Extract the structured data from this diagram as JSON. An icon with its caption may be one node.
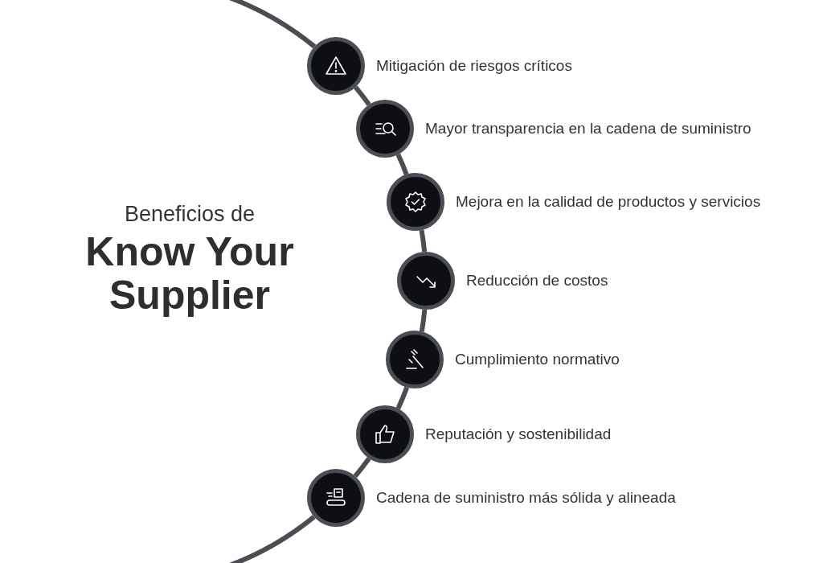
{
  "diagram": {
    "title": "Beneficios de **Know Your Supplier**",
    "nodes": [
      {
        "text": [],
        "shape": "circle",
        "beside": [
          "Mitigación de riesgos críticos"
        ]
      },
      {
        "text": [],
        "shape": "circle",
        "beside": [
          "Mayor transparencia en la cadena de suministro"
        ]
      },
      {
        "text": [],
        "shape": "circle",
        "beside": [
          "Mejora en la calidad de productos y servicios"
        ]
      },
      {
        "text": [],
        "shape": "circle",
        "beside": [
          "Reducción de costos"
        ]
      },
      {
        "text": [],
        "shape": "circle",
        "beside": [
          "Cumplimiento normativo"
        ]
      },
      {
        "text": [],
        "shape": "circle",
        "beside": [
          "Reputación y sostenibilidad"
        ]
      },
      {
        "text": [],
        "shape": "circle",
        "beside": [
          "Cadena de suministro más sólida y alineada"
        ]
      }
    ],
    "edges": [
      {
        "from": null,
        "to": 0,
        "arrow": "none"
      },
      {
        "from": 0,
        "to": 1,
        "arrow": "none"
      },
      {
        "from": 1,
        "to": 2,
        "arrow": "none"
      },
      {
        "from": 2,
        "to": 3,
        "arrow": "none"
      },
      {
        "from": 3,
        "to": 4,
        "arrow": "none"
      },
      {
        "from": 4,
        "to": 5,
        "arrow": "none"
      },
      {
        "from": 5,
        "to": 6,
        "arrow": "none"
      },
      {
        "from": 6,
        "to": null,
        "arrow": "none"
      }
    ]
  }
}
